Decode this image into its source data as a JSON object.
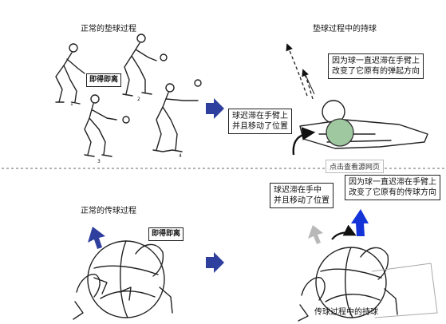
{
  "top_left_title": "正常的垫球过程",
  "top_right_title": "垫球过程中的持球",
  "instant_leave_label_top": "即得即离",
  "box_ball_delay_arm": [
    "球迟滞在手臂上",
    "并且移动了位置"
  ],
  "box_bounce_direction": [
    "因为球一直迟滞在手臂上",
    "改变了它原有的弹起方向"
  ],
  "watermark": "点击查看源网页",
  "frame_numbers": [
    "1",
    "2",
    "3",
    "4"
  ],
  "bottom_left_title": "正常的传球过程",
  "instant_leave_label_bottom": "即得即离",
  "box_ball_delay_hand": [
    "球迟滞在手中",
    "并且移动了位置"
  ],
  "box_pass_direction": [
    "因为球一直迟滞在手臂上",
    "改变了它原有的传球方向"
  ],
  "bottom_right_title": "传球过程中的持球",
  "colors": {
    "arrow_blue": "#2f3f9e",
    "arrow_blue_bright": "#1434d8",
    "arrow_gray": "#b8b8b8",
    "ball_green": "#9fc8a0"
  }
}
